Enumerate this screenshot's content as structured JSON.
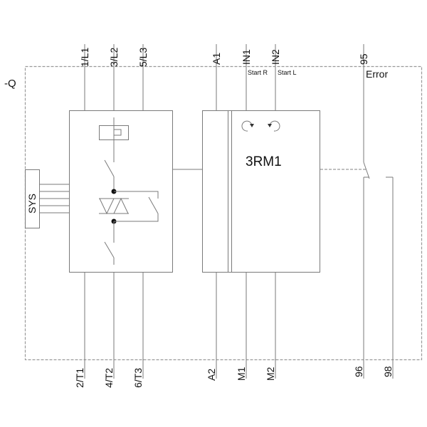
{
  "diagram": {
    "device_designation": "-Q",
    "module_name": "3RM1",
    "sys_label": "SYS",
    "error_label": "Error",
    "top_terminals": {
      "l1": "1/L1",
      "l2": "3/L2",
      "l3": "5/L3",
      "a1": "A1",
      "in1": "IN1",
      "in2": "IN2",
      "nc95": "95"
    },
    "input_descriptions": {
      "in1": "Start R",
      "in2": "Start L"
    },
    "bottom_terminals": {
      "t1": "2/T1",
      "t2": "4/T2",
      "t3": "6/T3",
      "a2": "A2",
      "m1": "M1",
      "m2": "M2",
      "c96": "96",
      "c98": "98"
    },
    "colors": {
      "line": "#7a7a7a",
      "dashed_border": "#9a9a9a",
      "text": "#111111"
    }
  }
}
